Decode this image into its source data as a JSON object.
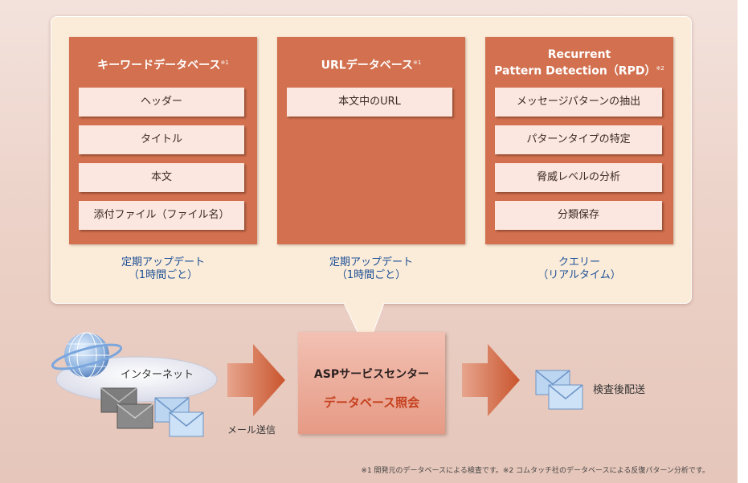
{
  "panels": [
    {
      "title": "キーワードデータベース",
      "note": "※1",
      "items": [
        "ヘッダー",
        "タイトル",
        "本文",
        "添付ファイル（ファイル名）"
      ],
      "update_line1": "定期アップデート",
      "update_line2": "（1時間ごと）"
    },
    {
      "title": "URLデータベース",
      "note": "※1",
      "items": [
        "本文中のURL"
      ],
      "update_line1": "定期アップデート",
      "update_line2": "（1時間ごと）"
    },
    {
      "title_line1": "Recurrent",
      "title_line2": "Pattern Detection（RPD）",
      "note": "※2",
      "items": [
        "メッセージパターンの抽出",
        "パターンタイプの特定",
        "脅威レベルの分析",
        "分類保存"
      ],
      "update_line1": "クエリー",
      "update_line2": "（リアルタイム）"
    }
  ],
  "flow": {
    "internet_label": "インターネット",
    "mail_send_label": "メール送信",
    "center_title": "ASPサービスセンター",
    "center_subtitle": "データベース照会",
    "delivery_label": "検査後配送"
  },
  "footnote": "※1 開発元のデータベースによる検査です。※2 コムタッチ社のデータベースによる反復パターン分析です。",
  "colors": {
    "panel": "#d2704f",
    "item_bg": "#fbe7df",
    "callout_bg": "#fbecd9",
    "label_blue": "#1d4f96",
    "accent_red": "#c5401e",
    "arrow": "#c9542d"
  }
}
